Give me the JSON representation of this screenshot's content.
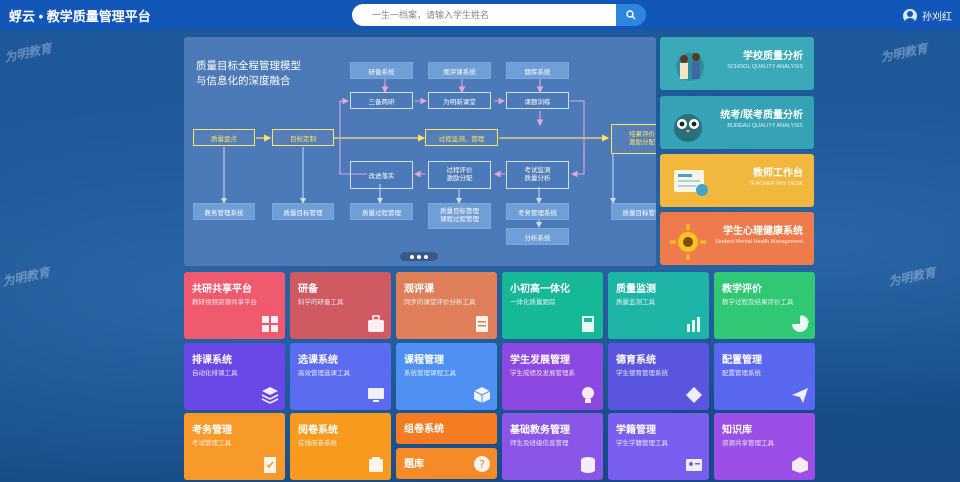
{
  "app": {
    "title": "蜉云 • 教学质量管理平台",
    "user_name": "孙刈红"
  },
  "search": {
    "placeholder": "一生一档案，请输入学生姓名"
  },
  "watermark": "为明教育",
  "colors": {
    "header": "#1256b8",
    "banner": "#4c79b7"
  },
  "banner": {
    "title_line1": "质量目标全程管理模型",
    "title_line2": "与信息化的深度融合",
    "nodes": {
      "zlpd": "质量盘点",
      "mbdz": "目标定制",
      "gcjc": "过程监测、管理",
      "jgpj1": "结果评价",
      "jgpj2": "激励分配",
      "jbxt": "研备系统",
      "gpk": "观评课系统",
      "tk": "题库系统",
      "sbly": "三备两研",
      "wmxkt": "为明新课堂",
      "ktxl": "课题训练",
      "gjls": "改进落实",
      "gcpj1": "过程评价",
      "gcpj2": "激励分配",
      "ksjc1": "考试监测",
      "ksjc2": "质量分析",
      "jwgl": "教务管理系统",
      "zlmbgl": "质量目标管理",
      "zlgcgl": "质量过程管理",
      "zlmb2a": "质量目标管理",
      "zlmb2b": "课程过程管理",
      "kwgl": "考务管理系统",
      "zlmb3": "质量目标管理",
      "fxxt": "分析系统"
    }
  },
  "side_cards": [
    {
      "title": "学校质量分析",
      "subtitle": "SCHOOL QUALITY ANALYSIS",
      "color": "#3aa9b8"
    },
    {
      "title": "统考/联考质量分析",
      "subtitle": "BUREAU QUALITY ANALYSIS",
      "color": "#35a3b5"
    },
    {
      "title": "教师工作台",
      "subtitle": "TEACHER PAY DESK",
      "color": "#f2b83d"
    },
    {
      "title": "学生心理健康系统",
      "subtitle": "Student Mental Health Management",
      "color": "#ee7b4b"
    }
  ],
  "tiles": [
    {
      "title": "共研共享平台",
      "subtitle": "教研视频资源共享平台",
      "color": "#ef5a6e",
      "icon": "grid-icon"
    },
    {
      "title": "研备",
      "subtitle": "科学的研备工具",
      "color": "#cf5a62",
      "icon": "toolbox-icon"
    },
    {
      "title": "观评课",
      "subtitle": "同步的课堂评价分析工具",
      "color": "#e0805a",
      "icon": "document-icon"
    },
    {
      "title": "小初高一体化",
      "subtitle": "一体化质量跟踪",
      "color": "#16b897",
      "icon": "book-icon"
    },
    {
      "title": "质量监测",
      "subtitle": "质量监测工具",
      "color": "#1eb5a6",
      "icon": "bar-chart-icon"
    },
    {
      "title": "教学评价",
      "subtitle": "教学过程及结果评价工具",
      "color": "#30c874",
      "icon": "pie-chart-icon"
    },
    {
      "title": "排课系统",
      "subtitle": "自动化排课工具",
      "color": "#6a48e8",
      "icon": "layers-icon"
    },
    {
      "title": "选课系统",
      "subtitle": "高效管理选课工具",
      "color": "#5b6cf0",
      "icon": "monitor-icon"
    },
    {
      "title": "课程管理",
      "subtitle": "系统管理课程工具",
      "color": "#4f91f2",
      "icon": "cube-icon"
    },
    {
      "title": "学生发展管理",
      "subtitle": "学生成绩及发展管理系",
      "color": "#8c48e0",
      "icon": "bulb-icon"
    },
    {
      "title": "德育系统",
      "subtitle": "学生德育管理系统",
      "color": "#5b56e0",
      "icon": "diamond-icon"
    },
    {
      "title": "配置管理",
      "subtitle": "配置管理系统",
      "color": "#5a68f0",
      "icon": "send-icon"
    },
    {
      "title": "考务管理",
      "subtitle": "考试管理工具",
      "color": "#f89a2a",
      "icon": "exam-icon"
    },
    {
      "title": "阅卷系统",
      "subtitle": "在线阅卷系统",
      "color": "#f79a1e",
      "icon": "marking-icon"
    },
    {
      "title": "组卷系统",
      "subtitle": "",
      "color": "#f57c22",
      "icon": ""
    },
    {
      "title": "题库",
      "subtitle": "",
      "color": "#f48a28",
      "icon": "question-bank-icon"
    },
    {
      "title": "基础教务管理",
      "subtitle": "师生及班级信息管理",
      "color": "#8a56e8",
      "icon": "data-icon"
    },
    {
      "title": "学籍管理",
      "subtitle": "学生学籍管理工具",
      "color": "#7a5ef0",
      "icon": "id-icon"
    },
    {
      "title": "知识库",
      "subtitle": "资源共享管理工具",
      "color": "#9b4fe6",
      "icon": "library-icon"
    }
  ]
}
